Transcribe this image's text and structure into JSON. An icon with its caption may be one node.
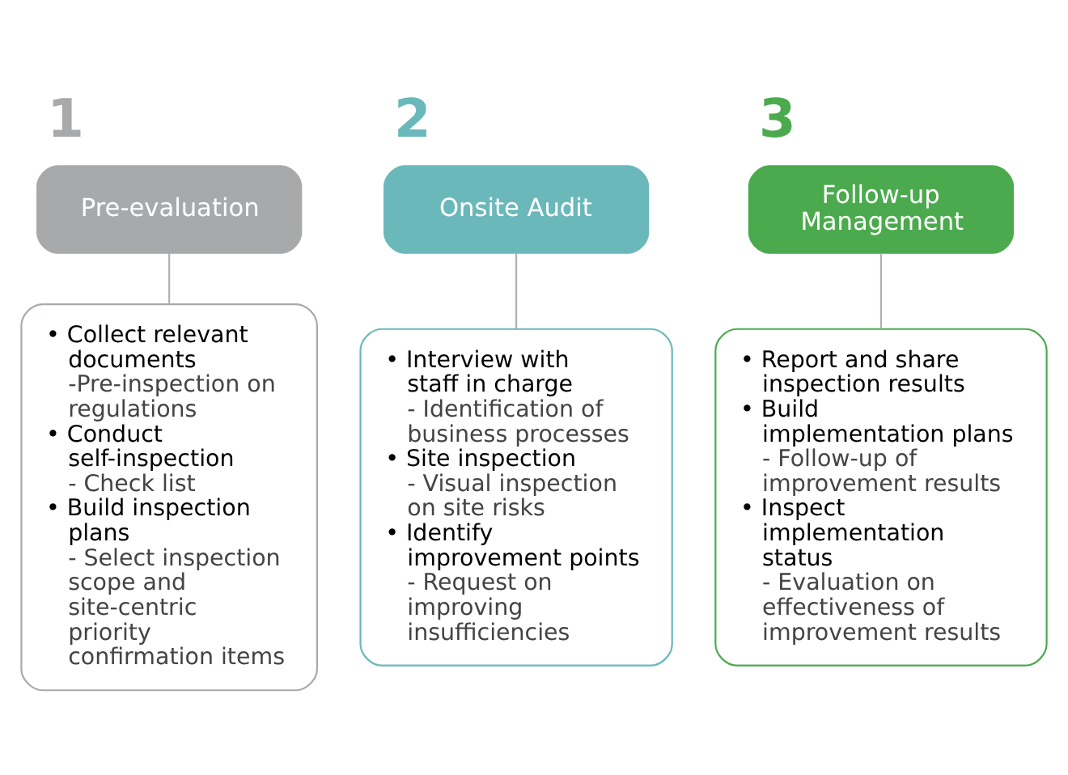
{
  "diagram": {
    "nodes": [
      {
        "text": [
          "1",
          "Pre-evaluation"
        ]
      },
      {
        "text": [
          "2",
          "Onsite Audit"
        ]
      },
      {
        "text": [
          "3",
          "Follow-up Management"
        ]
      },
      {
        "text": [
          "• Collect relevant documents",
          "-Pre-inspection on regulations",
          "• Conduct self-inspection",
          "- Check list",
          "• Build inspection plans",
          "- Select inspection scope and site-centric priority confirmation items"
        ]
      },
      {
        "text": [
          "• Interview with staff in charge",
          "- Identification of business processes",
          "• Site inspection",
          "- Visual inspection on site risks",
          "• Identify improvement points",
          "- Request on improving insufficiencies"
        ]
      },
      {
        "text": [
          "• Report and share inspection results",
          "• Build implementation plans",
          "- Follow-up of improvement results",
          "• Inspect implementation status",
          "- Evaluation on effectiveness of improvement results"
        ]
      }
    ],
    "edges": [
      {
        "from": 0,
        "to": 3,
        "arrow": "none"
      },
      {
        "from": 1,
        "to": 4,
        "arrow": "none"
      },
      {
        "from": 2,
        "to": 5,
        "arrow": "none"
      }
    ]
  }
}
